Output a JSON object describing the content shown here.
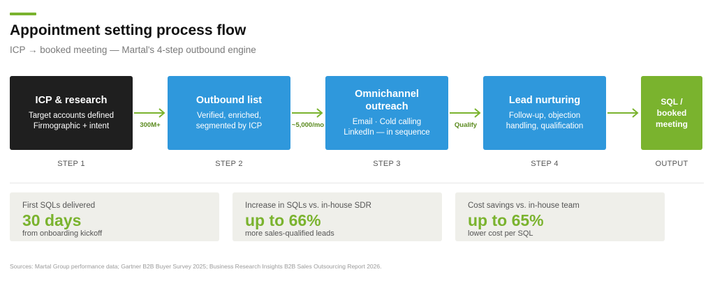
{
  "header": {
    "title": "Appointment setting process flow",
    "subtitle": "ICP → booked meeting — Martal's 4-step outbound engine"
  },
  "steps": [
    {
      "title": "ICP & research",
      "lines": [
        "Target accounts defined",
        "Firmographic + intent"
      ],
      "label": "STEP 1"
    },
    {
      "title": "Outbound list",
      "lines": [
        "Verified, enriched,",
        "segmented by ICP"
      ],
      "label": "STEP 2"
    },
    {
      "title_lines": [
        "Omnichannel",
        "outreach"
      ],
      "lines": [
        "Email · Cold calling",
        "LinkedIn — in sequence"
      ],
      "label": "STEP 3"
    },
    {
      "title": "Lead nurturing",
      "lines": [
        "Follow-up, objection",
        "handling, qualification"
      ],
      "label": "STEP 4"
    }
  ],
  "output": {
    "title_lines": [
      "SQL /",
      "booked",
      "meeting"
    ],
    "label": "OUTPUT"
  },
  "connectors": [
    "300M+",
    "~5,000/mo",
    "Qualify"
  ],
  "stats": [
    {
      "label": "First SQLs delivered",
      "value": "30 days",
      "sub": "from onboarding kickoff"
    },
    {
      "label": "Increase in SQLs vs. in-house SDR",
      "value": "up to 66%",
      "sub": "more sales-qualified leads"
    },
    {
      "label": "Cost savings vs. in-house team",
      "value": "up to 65%",
      "sub": "lower cost per SQL"
    }
  ],
  "sources": "Sources: Martal Group performance data; Gartner B2B Buyer Survey 2025; Business Research Insights B2B Sales Outsourcing Report 2026.",
  "colors": {
    "accent": "#7ab32e",
    "step_blue": "#2f98dc",
    "step_dark": "#1f1f1f",
    "stat_bg": "#efefea"
  }
}
